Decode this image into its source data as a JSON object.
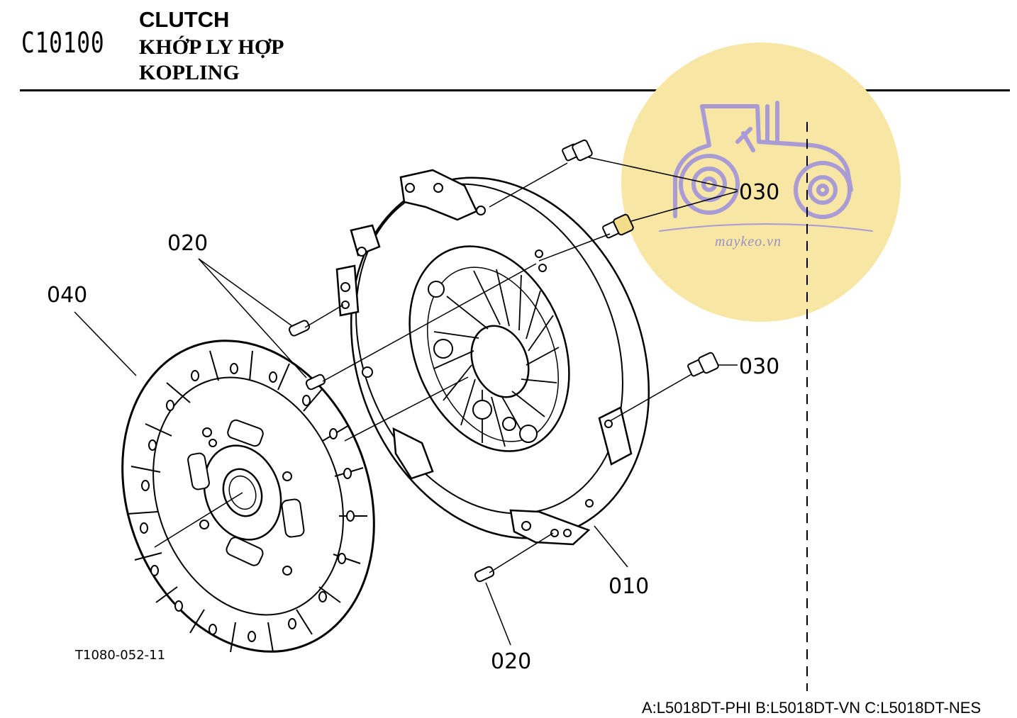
{
  "header": {
    "code": "C10100",
    "title_en": "CLUTCH",
    "title_vi": "KHỚP LY HỢP",
    "title_id": "KOPLING"
  },
  "callouts": {
    "part_010": "010",
    "part_020_top": "020",
    "part_020_bottom": "020",
    "part_030_top": "030",
    "part_030_right": "030",
    "part_040": "040"
  },
  "figure_code": "T1080-052-11",
  "models_footer": "A:L5018DT-PHI B:L5018DT-VN C:L5018DT-NES",
  "watermark": {
    "text": "maykeo.vn",
    "circle_color": "#f7e6a4",
    "logo_color": "#a89bd6"
  }
}
